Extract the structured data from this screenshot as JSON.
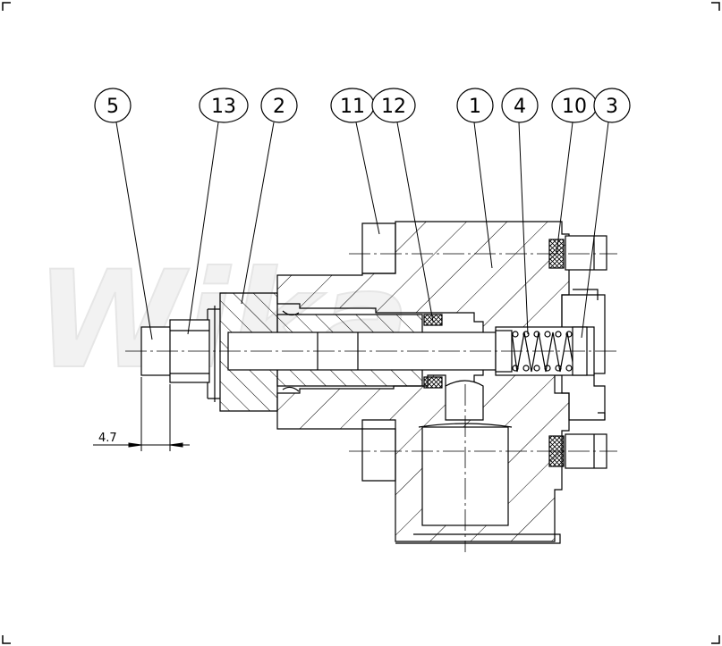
{
  "watermark": "Wika",
  "balloons": [
    {
      "id": "balloon-5",
      "label": "5"
    },
    {
      "id": "balloon-13",
      "label": "13"
    },
    {
      "id": "balloon-2",
      "label": "2"
    },
    {
      "id": "balloon-11",
      "label": "11"
    },
    {
      "id": "balloon-12",
      "label": "12"
    },
    {
      "id": "balloon-1",
      "label": "1"
    },
    {
      "id": "balloon-4",
      "label": "4"
    },
    {
      "id": "balloon-10",
      "label": "10"
    },
    {
      "id": "balloon-3",
      "label": "3"
    }
  ],
  "dimension": {
    "value": "4.7"
  },
  "colors": {
    "line": "#000000",
    "watermark": "#e6e6e6"
  }
}
